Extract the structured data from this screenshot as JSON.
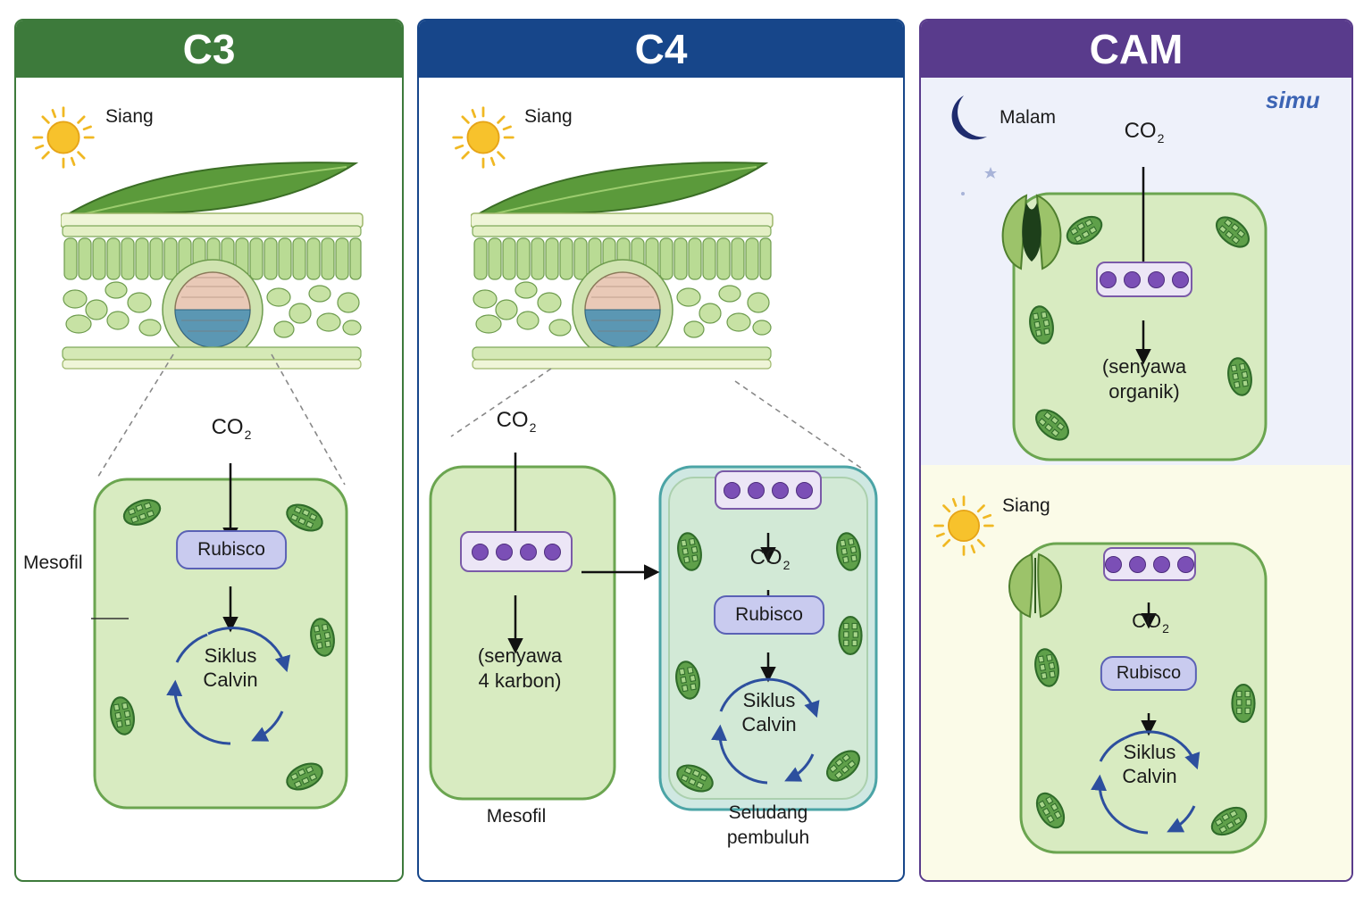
{
  "colors": {
    "c3_header": "#3d7a3b",
    "c4_header": "#17468a",
    "cam_header": "#593b8c",
    "cell_fill": "#d8ebc1",
    "cell_border": "#6ba550",
    "bundle_fill": "#cfe8e2",
    "bundle_border": "#4ba4a6",
    "rubisco_fill": "#c9cbef",
    "molecule_fill": "#7b4fb6",
    "cycle_arrow": "#2d4f9e",
    "night_bg": "#eef1fa",
    "day_bg": "#fbfbe8"
  },
  "brand": "simu",
  "c3": {
    "title": "C3",
    "time_label": "Siang",
    "co2": "CO",
    "co2_sub": "2",
    "enzyme": "Rubisco",
    "cycle_line1": "Siklus",
    "cycle_line2": "Calvin",
    "cell_label": "Mesofil"
  },
  "c4": {
    "title": "C4",
    "time_label": "Siang",
    "co2": "CO",
    "co2_sub": "2",
    "compound_line1": "(senyawa",
    "compound_line2": "4 karbon)",
    "mesophyll_label": "Mesofil",
    "bundle_co2": "CO",
    "bundle_co2_sub": "2",
    "enzyme": "Rubisco",
    "cycle_line1": "Siklus",
    "cycle_line2": "Calvin",
    "bundle_label_line1": "Seludang",
    "bundle_label_line2": "pembuluh"
  },
  "cam": {
    "title": "CAM",
    "night": {
      "time_label": "Malam",
      "co2": "CO",
      "co2_sub": "2",
      "compound_line1": "(senyawa",
      "compound_line2": "organik)"
    },
    "day": {
      "time_label": "Siang",
      "co2": "CO",
      "co2_sub": "2",
      "enzyme": "Rubisco",
      "cycle_line1": "Siklus",
      "cycle_line2": "Calvin"
    }
  }
}
